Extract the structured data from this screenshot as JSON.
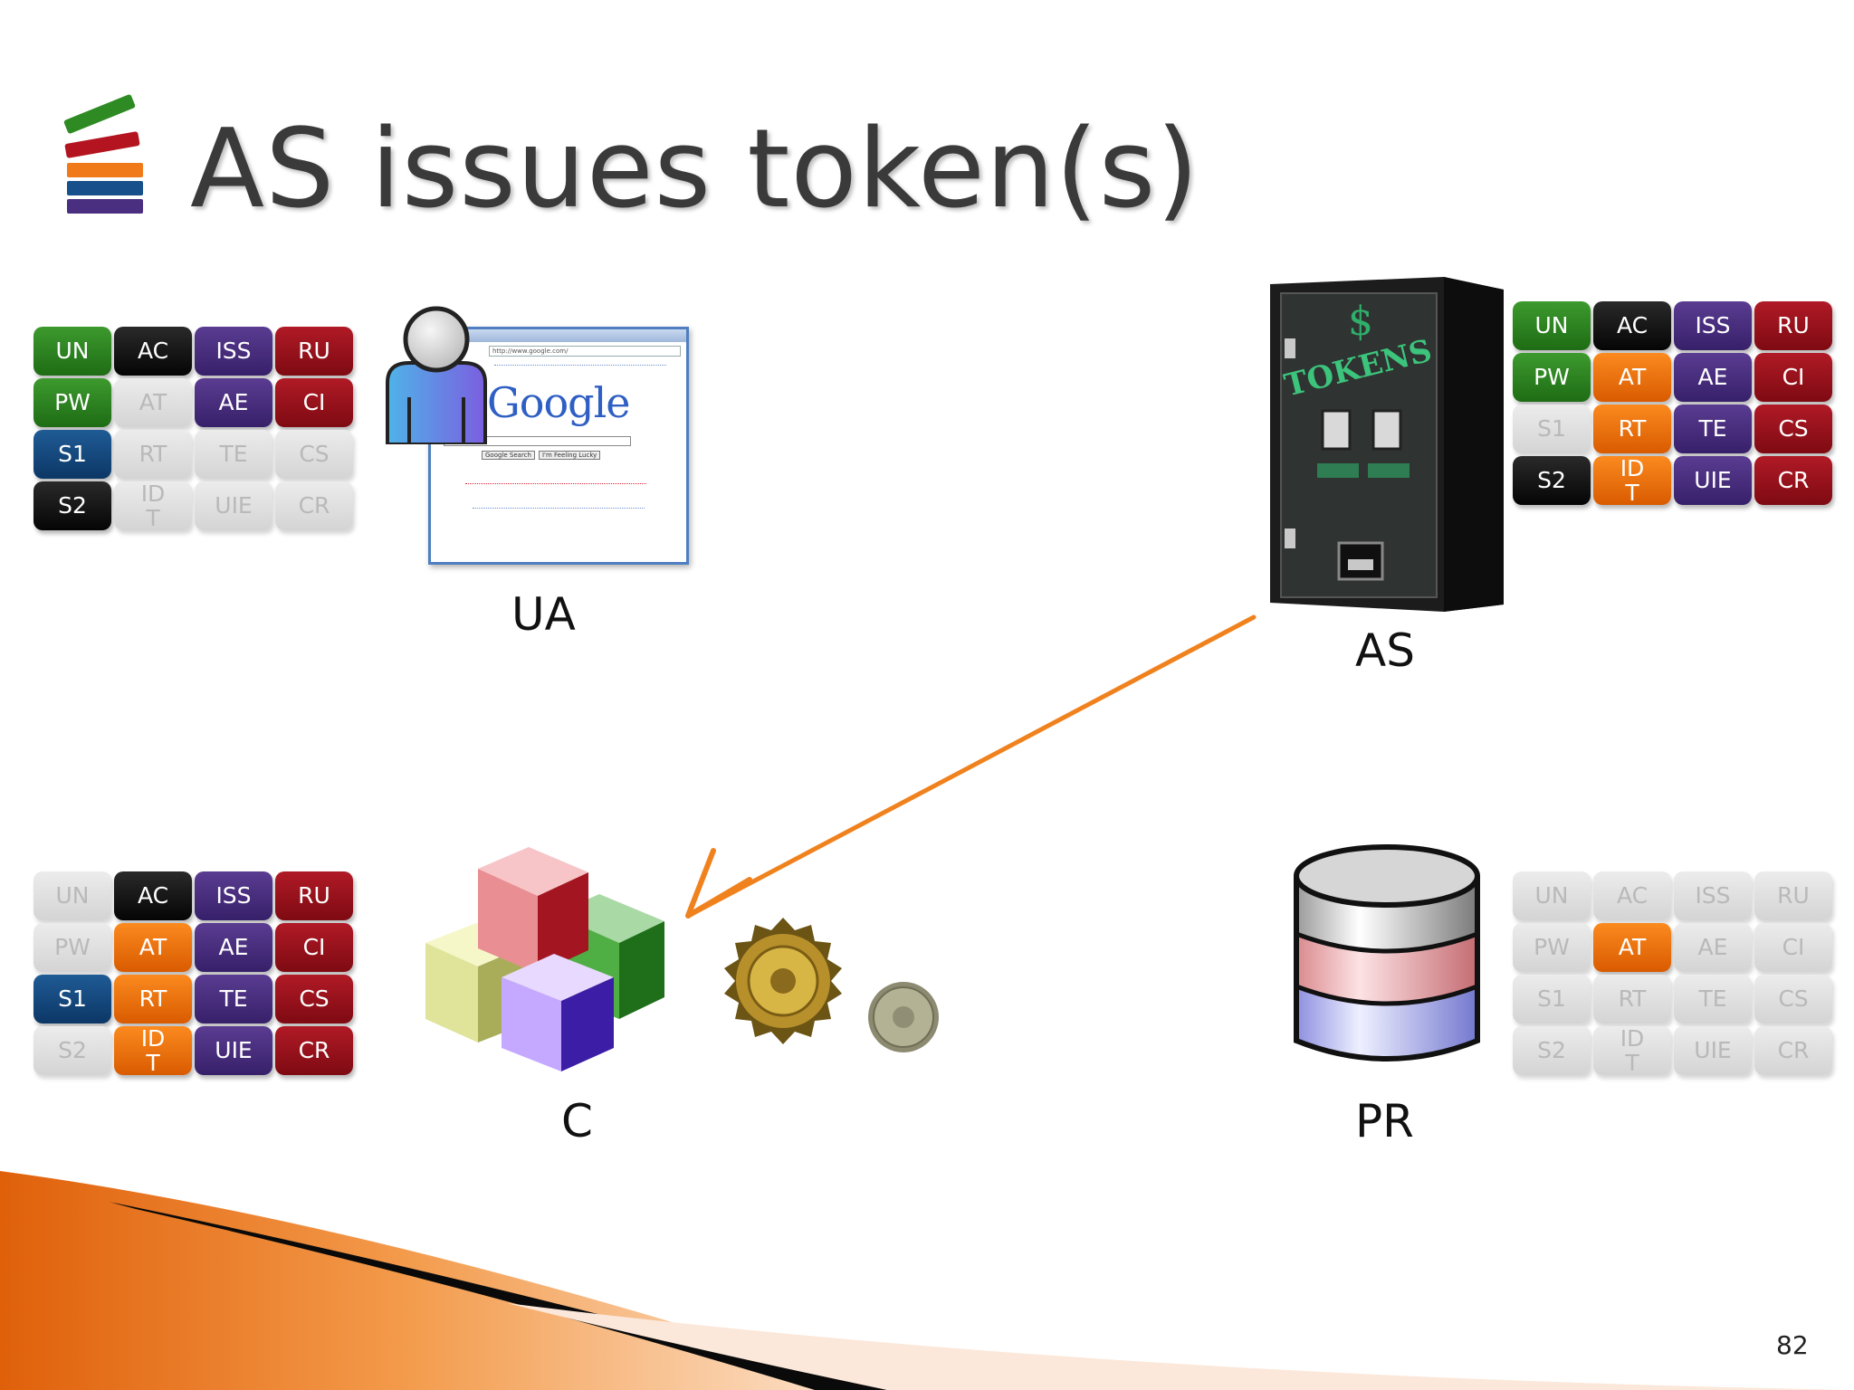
{
  "slide": {
    "title": "AS issues token(s)",
    "page_number": "82"
  },
  "nodes": {
    "ua": "UA",
    "as": "AS",
    "c": "C",
    "pr": "PR"
  },
  "browser": {
    "logo_text": "Google",
    "url": "http://www.google.com/",
    "buttons": [
      "Google Search",
      "I'm Feeling Lucky"
    ]
  },
  "vending_machine": {
    "symbol": "$",
    "text": "TOKENS"
  },
  "grids": {
    "ua": [
      {
        "label": "UN",
        "style": "green"
      },
      {
        "label": "AC",
        "style": "black"
      },
      {
        "label": "ISS",
        "style": "purple"
      },
      {
        "label": "RU",
        "style": "red"
      },
      {
        "label": "PW",
        "style": "green"
      },
      {
        "label": "AT",
        "style": "off"
      },
      {
        "label": "AE",
        "style": "purple"
      },
      {
        "label": "CI",
        "style": "red"
      },
      {
        "label": "S1",
        "style": "blue"
      },
      {
        "label": "RT",
        "style": "off"
      },
      {
        "label": "TE",
        "style": "off"
      },
      {
        "label": "CS",
        "style": "off"
      },
      {
        "label": "S2",
        "style": "black"
      },
      {
        "label": "ID\nT",
        "style": "off"
      },
      {
        "label": "UIE",
        "style": "off"
      },
      {
        "label": "CR",
        "style": "off"
      }
    ],
    "as": [
      {
        "label": "UN",
        "style": "green"
      },
      {
        "label": "AC",
        "style": "black"
      },
      {
        "label": "ISS",
        "style": "purple"
      },
      {
        "label": "RU",
        "style": "red"
      },
      {
        "label": "PW",
        "style": "green"
      },
      {
        "label": "AT",
        "style": "orange"
      },
      {
        "label": "AE",
        "style": "purple"
      },
      {
        "label": "CI",
        "style": "red"
      },
      {
        "label": "S1",
        "style": "off"
      },
      {
        "label": "RT",
        "style": "orange"
      },
      {
        "label": "TE",
        "style": "purple"
      },
      {
        "label": "CS",
        "style": "red"
      },
      {
        "label": "S2",
        "style": "black"
      },
      {
        "label": "ID\nT",
        "style": "orange"
      },
      {
        "label": "UIE",
        "style": "purple"
      },
      {
        "label": "CR",
        "style": "red"
      }
    ],
    "c": [
      {
        "label": "UN",
        "style": "off"
      },
      {
        "label": "AC",
        "style": "black"
      },
      {
        "label": "ISS",
        "style": "purple"
      },
      {
        "label": "RU",
        "style": "red"
      },
      {
        "label": "PW",
        "style": "off"
      },
      {
        "label": "AT",
        "style": "orange"
      },
      {
        "label": "AE",
        "style": "purple"
      },
      {
        "label": "CI",
        "style": "red"
      },
      {
        "label": "S1",
        "style": "blue"
      },
      {
        "label": "RT",
        "style": "orange"
      },
      {
        "label": "TE",
        "style": "purple"
      },
      {
        "label": "CS",
        "style": "red"
      },
      {
        "label": "S2",
        "style": "off"
      },
      {
        "label": "ID\nT",
        "style": "orange"
      },
      {
        "label": "UIE",
        "style": "purple"
      },
      {
        "label": "CR",
        "style": "red"
      }
    ],
    "pr": [
      {
        "label": "UN",
        "style": "off"
      },
      {
        "label": "AC",
        "style": "off"
      },
      {
        "label": "ISS",
        "style": "off"
      },
      {
        "label": "RU",
        "style": "off"
      },
      {
        "label": "PW",
        "style": "off"
      },
      {
        "label": "AT",
        "style": "orange"
      },
      {
        "label": "AE",
        "style": "off"
      },
      {
        "label": "CI",
        "style": "off"
      },
      {
        "label": "S1",
        "style": "off"
      },
      {
        "label": "RT",
        "style": "off"
      },
      {
        "label": "TE",
        "style": "off"
      },
      {
        "label": "CS",
        "style": "off"
      },
      {
        "label": "S2",
        "style": "off"
      },
      {
        "label": "ID\nT",
        "style": "off"
      },
      {
        "label": "UIE",
        "style": "off"
      },
      {
        "label": "CR",
        "style": "off"
      }
    ]
  },
  "colors": {
    "arrow": "#f0821e",
    "accent_orange": "#f07a1a",
    "green": "#2e8a22",
    "purple": "#4a2e80",
    "red": "#9a1420",
    "blue": "#17508a",
    "black": "#111111"
  }
}
